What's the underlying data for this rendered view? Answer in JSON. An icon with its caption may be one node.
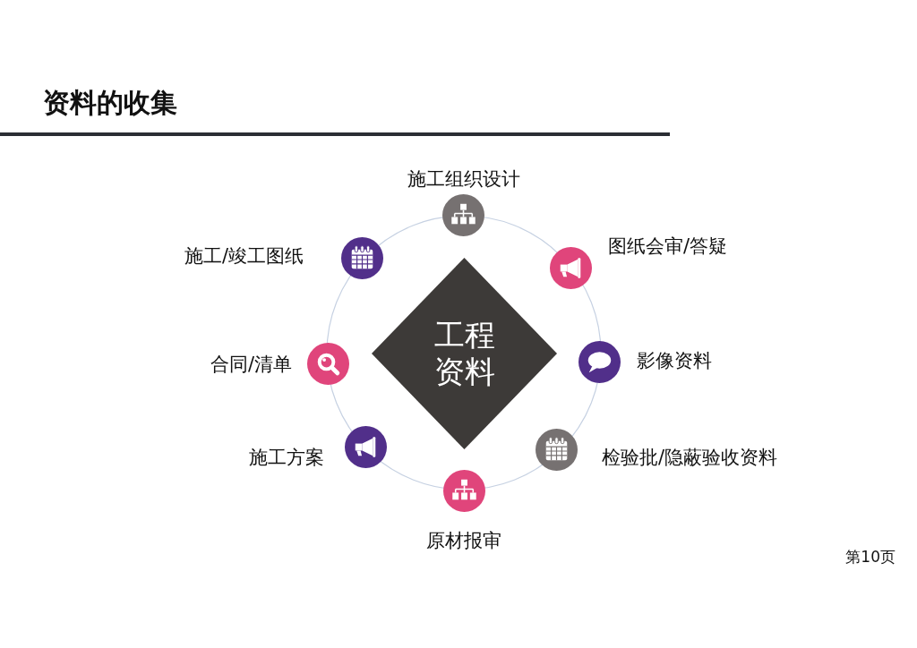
{
  "diagram": {
    "title": "资料的收集",
    "nodes": [
      {
        "text": [
          "工程资料"
        ]
      },
      {
        "text": [],
        "shape": "circle",
        "beside": [
          "施工组织设计"
        ]
      },
      {
        "text": [],
        "shape": "circle",
        "beside": [
          "图纸会审/答疑"
        ]
      },
      {
        "text": [],
        "shape": "circle",
        "beside": [
          "影像资料"
        ]
      },
      {
        "text": [],
        "shape": "circle",
        "beside": [
          "检验批/隐蔽验收资料"
        ]
      },
      {
        "text": [],
        "shape": "circle",
        "beside": [
          "原材报审"
        ]
      },
      {
        "text": [],
        "shape": "circle",
        "beside": [
          "施工方案"
        ]
      },
      {
        "text": [],
        "shape": "circle",
        "beside": [
          "合同/清单"
        ]
      },
      {
        "text": [],
        "shape": "circle",
        "beside": [
          "施工/竣工图纸"
        ]
      }
    ],
    "labels": [
      "第10页"
    ]
  }
}
